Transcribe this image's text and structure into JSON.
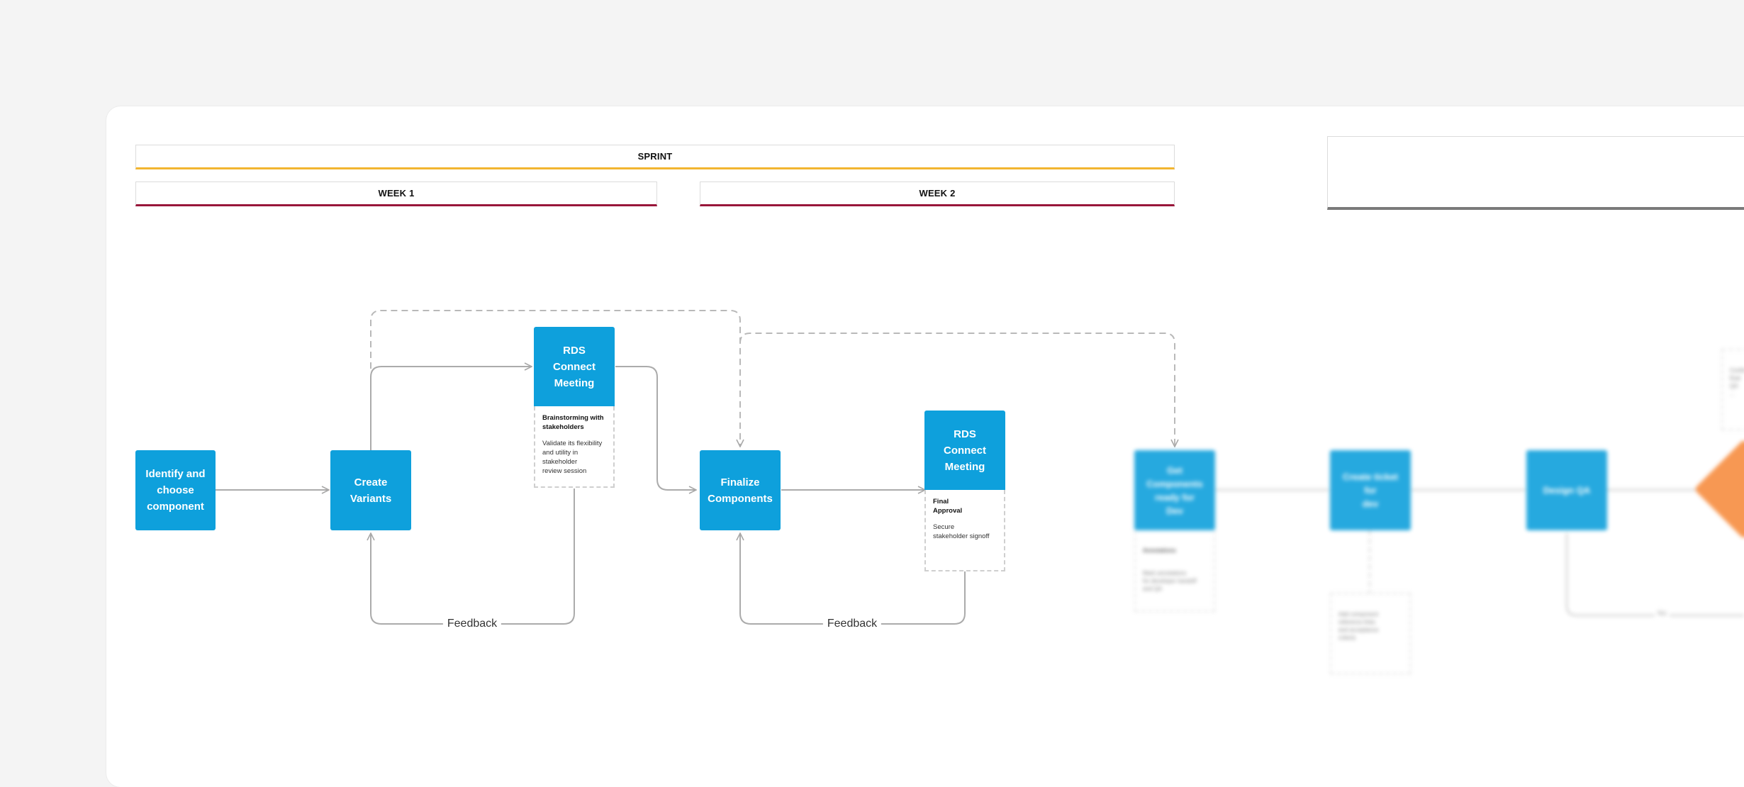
{
  "bands": {
    "sprint": "SPRINT",
    "week1": "WEEK 1",
    "week2": "WEEK 2",
    "right_panel": ""
  },
  "nodes": {
    "identify": "Identify and\nchoose\ncomponent",
    "create_variants": "Create\nVariants",
    "rds_meeting_1": "RDS\nConnect\nMeeting",
    "finalize": "Finalize\nComponents",
    "rds_meeting_2": "RDS\nConnect\nMeeting"
  },
  "notes": {
    "meeting_1": {
      "heading": "Brainstorming with\nstakeholders",
      "body": "Validate its flexibility\nand utility in stakeholder\nreview session"
    },
    "meeting_2": {
      "heading": "Final\nApproval",
      "body": "Secure\nstakeholder signoff"
    }
  },
  "edge_labels": {
    "feedback_1": "Feedback",
    "feedback_2": "Feedback"
  },
  "blurred_nodes": {
    "get_components": "Get\nComponents\nready for\nDev",
    "create_ticket": "Create ticket\nfor\ndev",
    "design_qa": "Design QA"
  },
  "blurred_notes": {
    "handoff": {
      "heading": "Annotations",
      "body": "Mark annotations\nfor developer handoff\nand QA"
    },
    "ticket": {
      "heading": "",
      "body": "Add component\nreference links\nand acceptance\ncriteria"
    },
    "top_right": {
      "heading": "",
      "body": "Confirm\nfinal\nQA\n..."
    }
  },
  "blurred_labels": {
    "no": "No"
  },
  "colors": {
    "node_blue": "#0ea0dc",
    "sprint_rule": "#f2b530",
    "week_rule": "#99163a",
    "diamond": "#f7934a"
  }
}
